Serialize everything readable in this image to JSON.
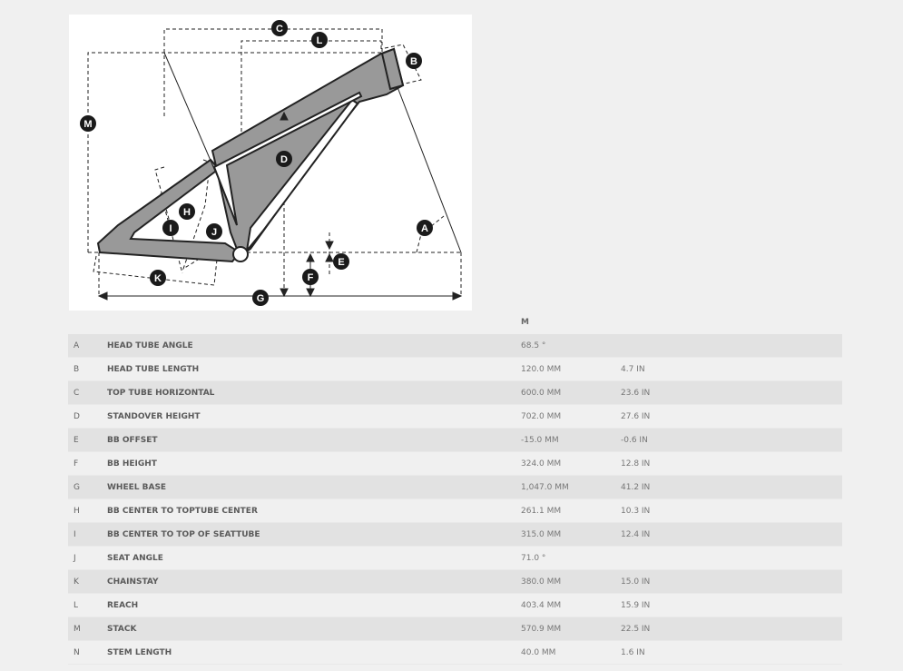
{
  "diagram": {
    "title": "Bike frame geometry diagram",
    "labels": [
      "A",
      "B",
      "C",
      "D",
      "E",
      "F",
      "G",
      "H",
      "I",
      "J",
      "K",
      "L",
      "M"
    ]
  },
  "table": {
    "size_header": "M",
    "rows": [
      {
        "letter": "A",
        "name": "HEAD TUBE ANGLE",
        "metric": "68.5 °",
        "imperial": ""
      },
      {
        "letter": "B",
        "name": "HEAD TUBE LENGTH",
        "metric": "120.0 MM",
        "imperial": "4.7 IN"
      },
      {
        "letter": "C",
        "name": "TOP TUBE HORIZONTAL",
        "metric": "600.0 MM",
        "imperial": "23.6 IN"
      },
      {
        "letter": "D",
        "name": "STANDOVER HEIGHT",
        "metric": "702.0 MM",
        "imperial": "27.6 IN"
      },
      {
        "letter": "E",
        "name": "BB OFFSET",
        "metric": "-15.0 MM",
        "imperial": "-0.6 IN"
      },
      {
        "letter": "F",
        "name": "BB HEIGHT",
        "metric": "324.0 MM",
        "imperial": "12.8 IN"
      },
      {
        "letter": "G",
        "name": "WHEEL BASE",
        "metric": "1,047.0 MM",
        "imperial": "41.2 IN"
      },
      {
        "letter": "H",
        "name": "BB CENTER TO TOPTUBE CENTER",
        "metric": "261.1 MM",
        "imperial": "10.3 IN"
      },
      {
        "letter": "I",
        "name": "BB CENTER TO TOP OF SEATTUBE",
        "metric": "315.0 MM",
        "imperial": "12.4 IN"
      },
      {
        "letter": "J",
        "name": "SEAT ANGLE",
        "metric": "71.0 °",
        "imperial": ""
      },
      {
        "letter": "K",
        "name": "CHAINSTAY",
        "metric": "380.0 MM",
        "imperial": "15.0 IN"
      },
      {
        "letter": "L",
        "name": "REACH",
        "metric": "403.4 MM",
        "imperial": "15.9 IN"
      },
      {
        "letter": "M",
        "name": "STACK",
        "metric": "570.9 MM",
        "imperial": "22.5 IN"
      },
      {
        "letter": "N",
        "name": "STEM LENGTH",
        "metric": "40.0 MM",
        "imperial": "1.6 IN"
      }
    ]
  }
}
